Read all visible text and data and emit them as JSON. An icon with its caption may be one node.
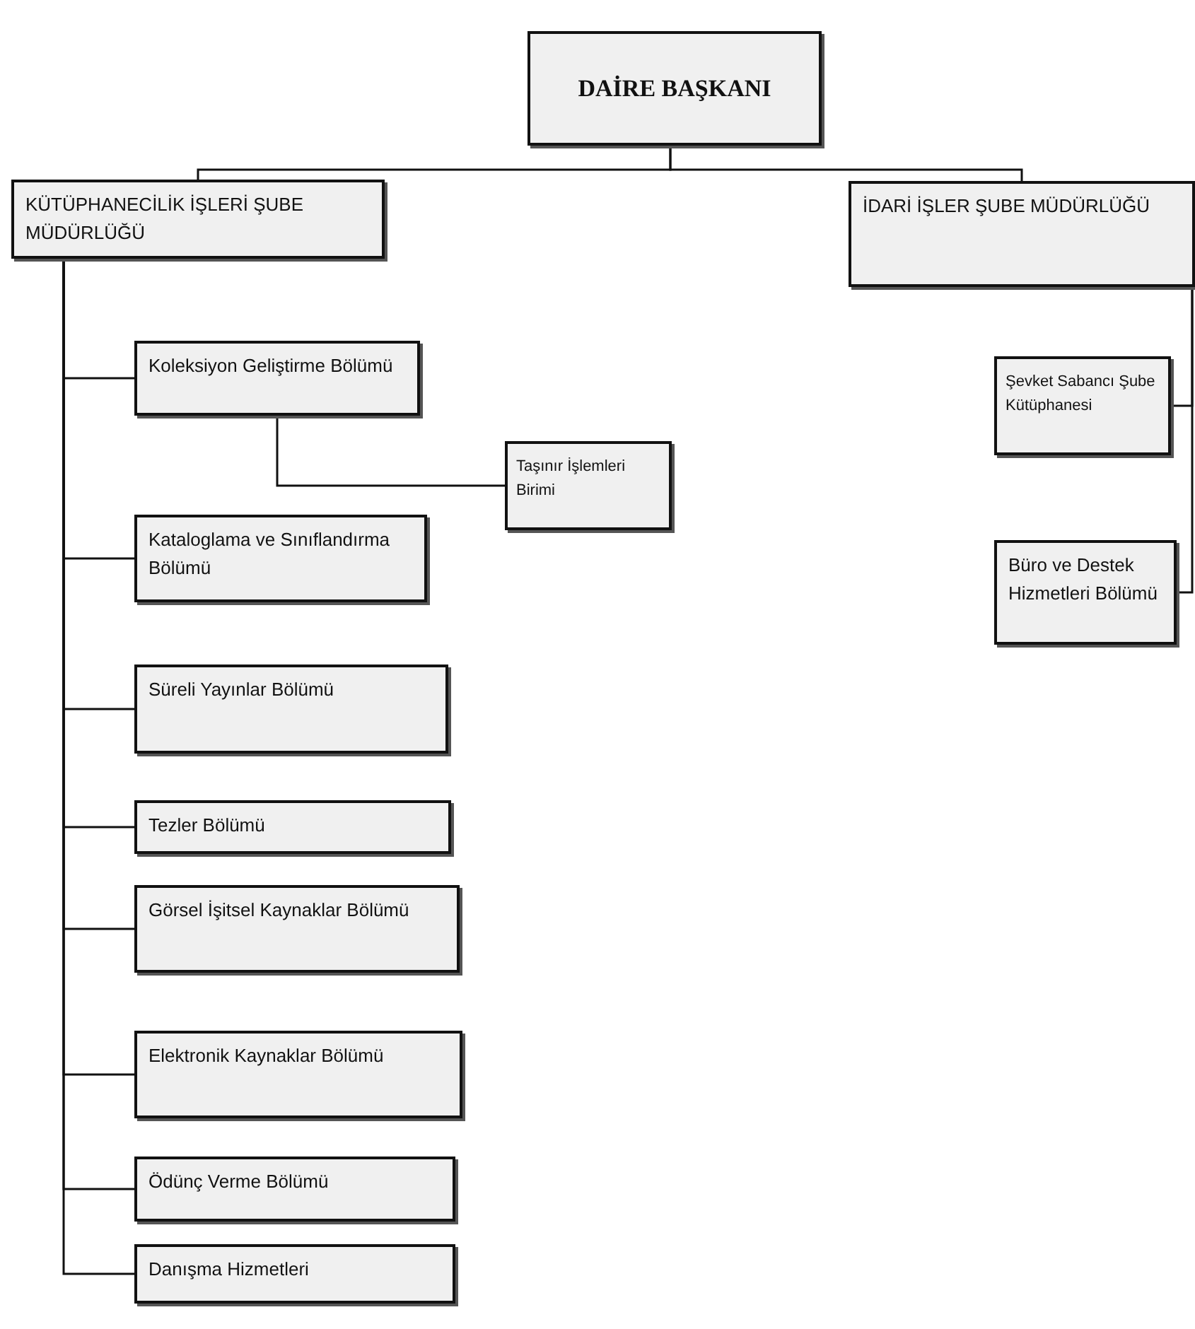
{
  "diagram": {
    "nodes": [
      {
        "text": [
          "DAİRE BAŞKANI"
        ]
      },
      {
        "text": [
          "KÜTÜPHANECİLİK İŞLERİ ŞUBE MÜDÜRLÜĞÜ"
        ]
      },
      {
        "text": [
          "İDARİ İŞLER ŞUBE MÜDÜRLÜĞÜ"
        ]
      },
      {
        "text": [
          "Koleksiyon Geliştirme Bölümü"
        ]
      },
      {
        "text": [
          "Taşınır İşlemleri Birimi"
        ]
      },
      {
        "text": [
          "Kataloglama ve Sınıflandırma Bölümü"
        ]
      },
      {
        "text": [
          "Süreli Yayınlar Bölümü"
        ]
      },
      {
        "text": [
          "Tezler Bölümü"
        ]
      },
      {
        "text": [
          "Görsel İşitsel Kaynaklar Bölümü"
        ]
      },
      {
        "text": [
          "Elektronik Kaynaklar Bölümü"
        ]
      },
      {
        "text": [
          "Ödünç Verme Bölümü"
        ]
      },
      {
        "text": [
          "Danışma Hizmetleri"
        ]
      },
      {
        "text": [
          "Şevket Sabancı Şube Kütüphanesi"
        ]
      },
      {
        "text": [
          "Büro ve Destek Hizmetleri Bölümü"
        ]
      }
    ],
    "edges": [
      {
        "from": 0,
        "to": 1,
        "arrow": "none"
      },
      {
        "from": 0,
        "to": 2,
        "arrow": "none"
      },
      {
        "from": 1,
        "to": 3,
        "arrow": "none"
      },
      {
        "from": 3,
        "to": 4,
        "arrow": "none"
      },
      {
        "from": 1,
        "to": 5,
        "arrow": "none"
      },
      {
        "from": 1,
        "to": 6,
        "arrow": "none"
      },
      {
        "from": 1,
        "to": 7,
        "arrow": "none"
      },
      {
        "from": 1,
        "to": 8,
        "arrow": "none"
      },
      {
        "from": 1,
        "to": 9,
        "arrow": "none"
      },
      {
        "from": 1,
        "to": 10,
        "arrow": "none"
      },
      {
        "from": 1,
        "to": 11,
        "arrow": "none"
      },
      {
        "from": 2,
        "to": 12,
        "arrow": "none"
      },
      {
        "from": 2,
        "to": 13,
        "arrow": "none"
      }
    ]
  }
}
